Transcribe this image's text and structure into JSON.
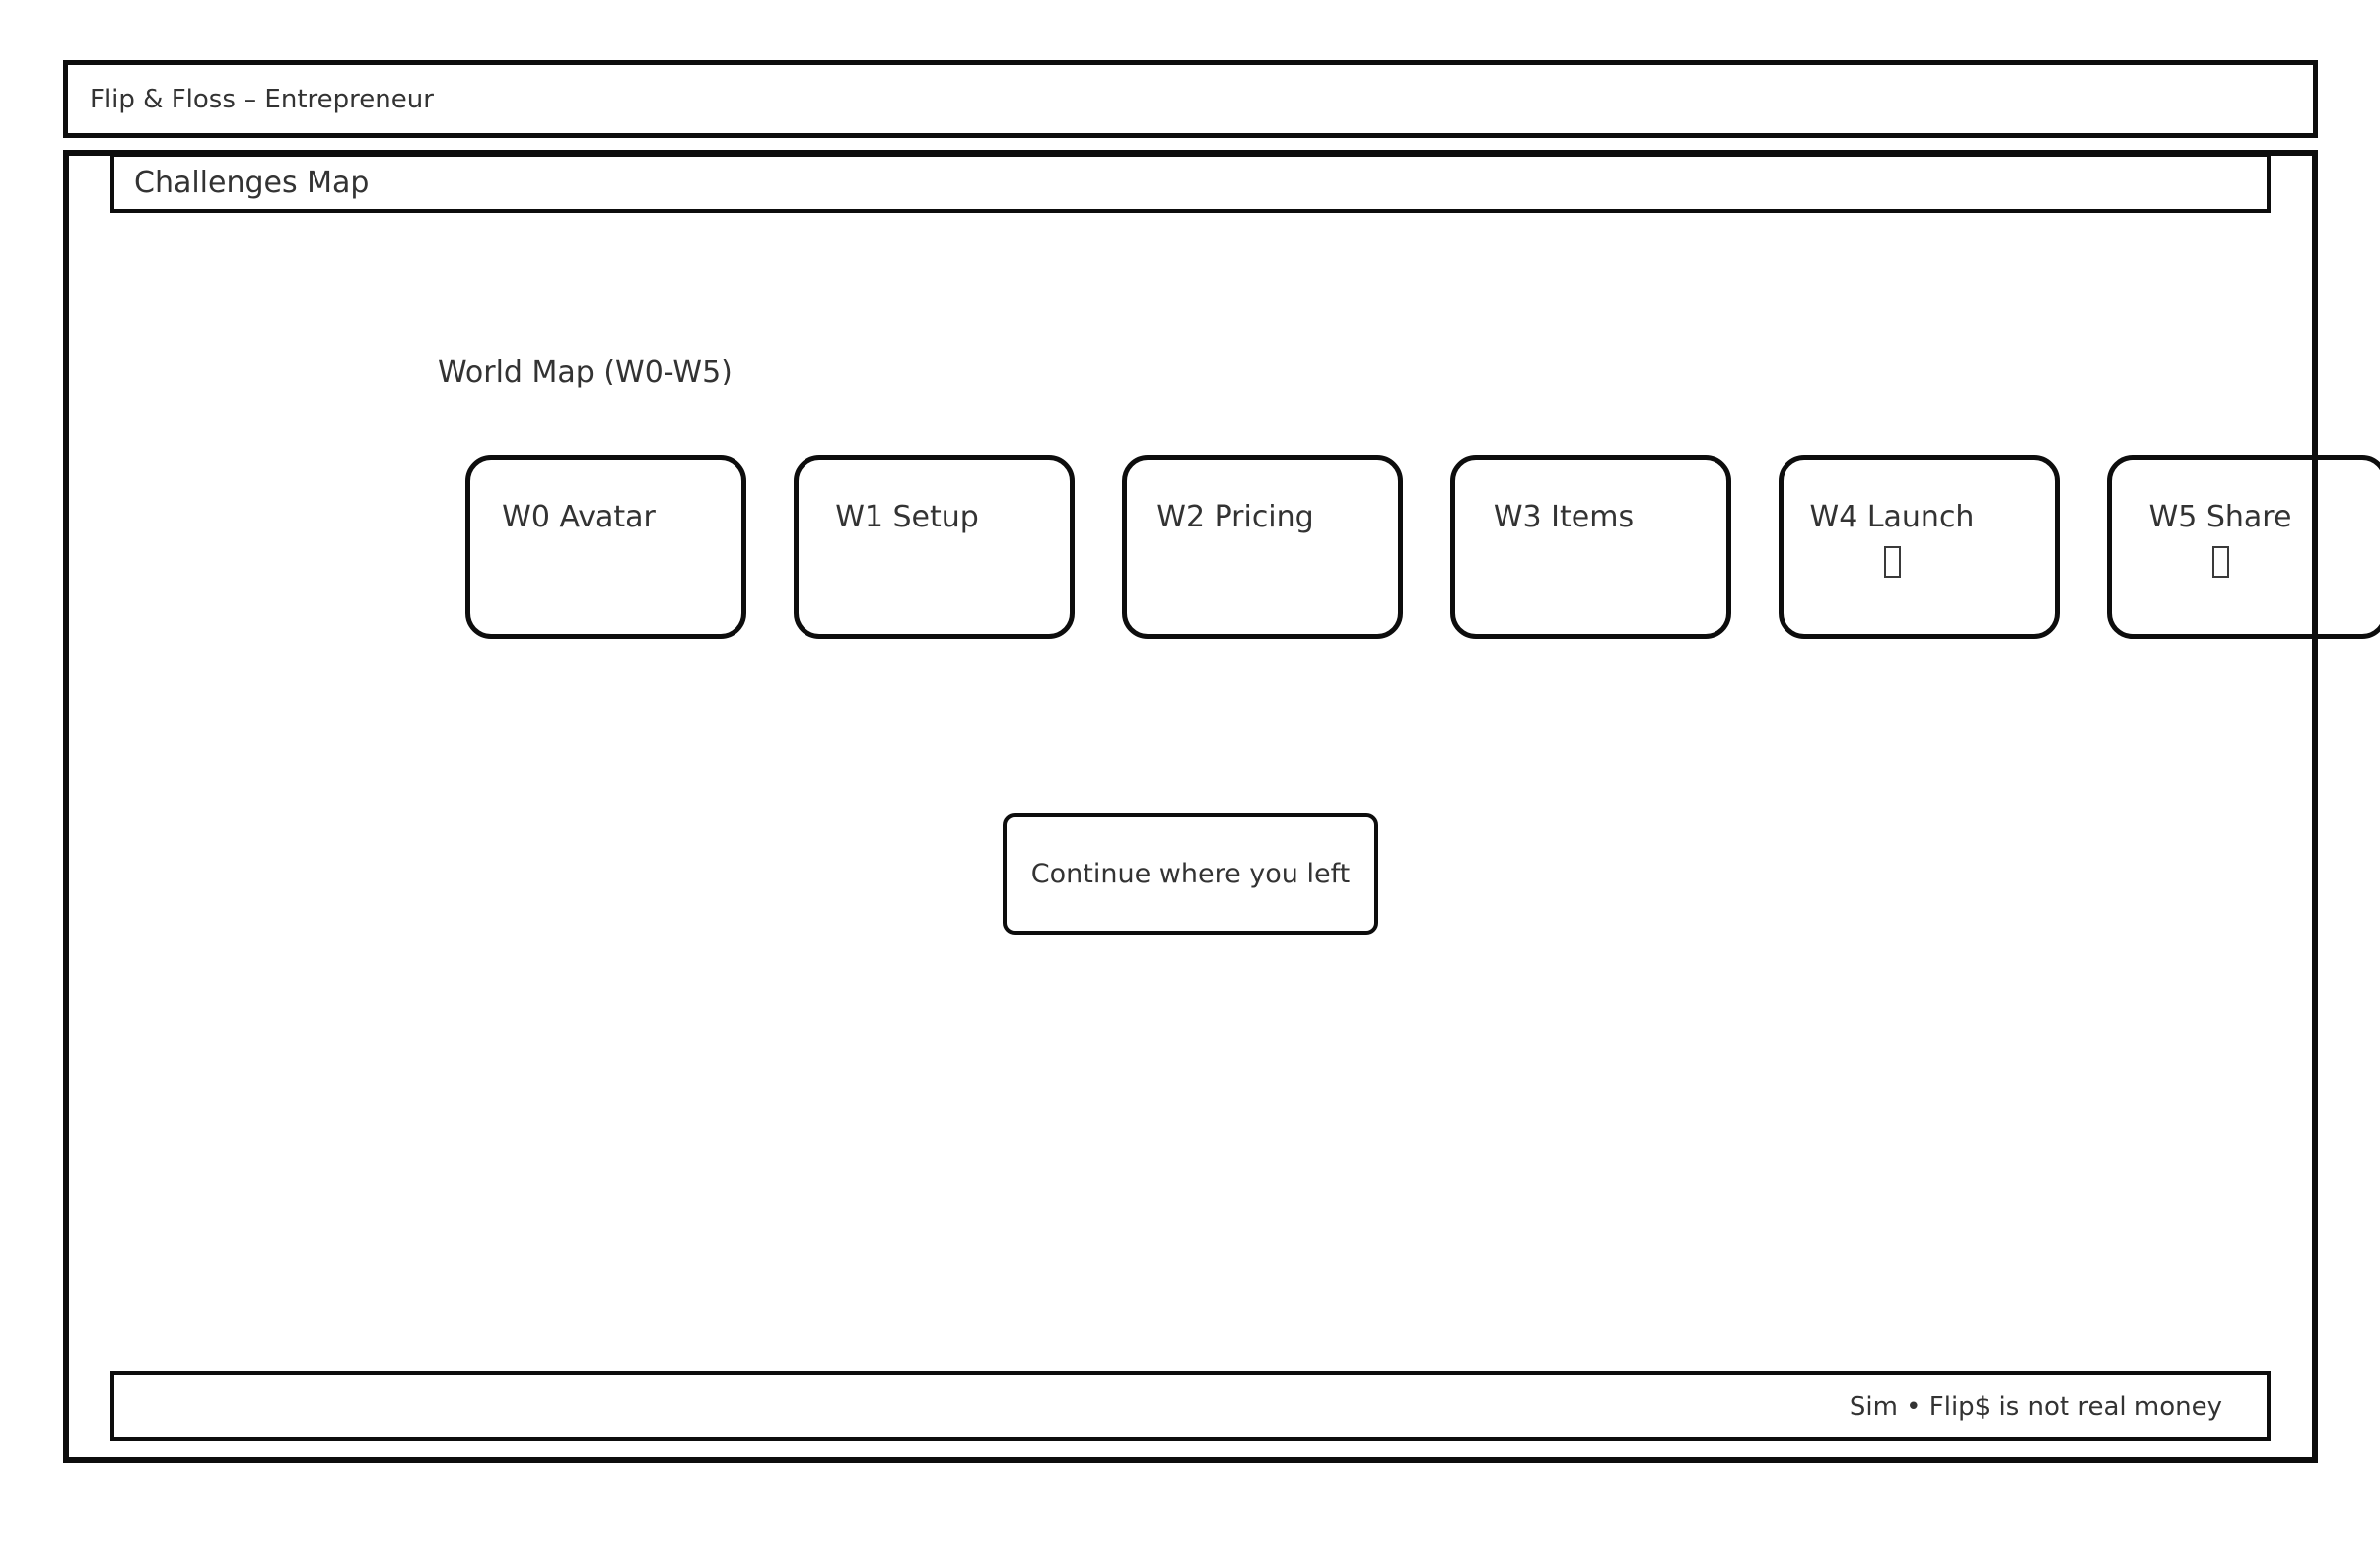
{
  "app": {
    "title": "Flip & Floss – Entrepreneur"
  },
  "screen": {
    "header": "Challenges Map"
  },
  "world_map": {
    "label": "World Map (W0-W5)",
    "lock_icon": "missing-glyph-box",
    "worlds": [
      {
        "id": "W0",
        "label": "W0 Avatar",
        "locked": false
      },
      {
        "id": "W1",
        "label": "W1 Setup",
        "locked": false
      },
      {
        "id": "W2",
        "label": "W2 Pricing",
        "locked": false
      },
      {
        "id": "W3",
        "label": "W3 Items",
        "locked": false
      },
      {
        "id": "W4",
        "label": "W4 Launch",
        "locked": true
      },
      {
        "id": "W5",
        "label": "W5 Share",
        "locked": true
      }
    ]
  },
  "actions": {
    "continue_label": "Continue where you left"
  },
  "footer": {
    "note": "Sim • Flip$ is not real money"
  },
  "colors": {
    "border": "#0d0d0d",
    "text": "#333333",
    "background": "#ffffff"
  }
}
